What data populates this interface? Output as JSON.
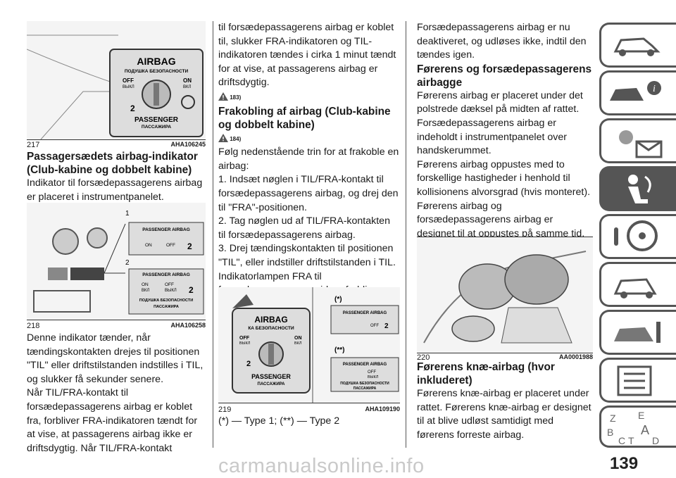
{
  "col1": {
    "fig1": {
      "num": "217",
      "code": "AHA106245",
      "labels": {
        "title": "AIRBAG",
        "ru": "ПОДУШКА БЕЗОПАСНОСТИ",
        "off": "OFF",
        "off_ru": "ВЫКЛ",
        "on": "ON",
        "on_ru": "ВКЛ",
        "two": "2",
        "passenger": "PASSENGER",
        "passenger_ru": "ПАССАЖИРА"
      }
    },
    "h1": "Passagersædets airbag-indikator (Club-kabine og dobbelt kabine)",
    "p1": "Indikator til forsædepassagerens airbag er placeret i instrumentpanelet.",
    "fig2": {
      "num": "218",
      "code": "AHA106258",
      "labels": {
        "n1": "1",
        "n2": "2",
        "pa": "PASSENGER AIRBAG",
        "on": "ON",
        "off": "OFF",
        "two": "2",
        "on_ru": "ВКЛ",
        "off_ru": "ВЫКЛ",
        "ru1": "ПОДУШКА БЕЗОПАСНОСТИ",
        "ru2": "ПАССАЖИРА"
      }
    },
    "p2": "Denne indikator tænder, når tændingskontakten drejes til positionen \"TIL\" eller driftstilstanden indstilles i TIL, og slukker få sekunder senere.",
    "p3": "Når TIL/FRA-kontakt til forsædepassagerens airbag er koblet fra, forbliver FRA-indikatoren tændt for at vise, at passagerens airbag ikke er driftsdygtig. Når TIL/FRA-kontakt"
  },
  "col2": {
    "p1": "til forsædepassagerens airbag er koblet til, slukker FRA-indikatoren og TIL-indikatoren tændes i cirka 1 minut tændt for at vise, at passagerens airbag er driftsdygtig.",
    "w1": "183)",
    "h1": "Frakobling af airbag (Club-kabine og dobbelt kabine)",
    "w2": "184)",
    "p2": "Følg nedenstående trin for at frakoble en airbag:",
    "s1": "1. Indsæt nøglen i TIL/FRA-kontakt til forsædepassagerens airbag, og drej den til \"FRA\"-positionen.",
    "s2": "2. Tag nøglen ud af TIL/FRA-kontakten til forsædepassagerens airbag.",
    "s3": "3. Drej tændingskontakten til positionen \"TIL\", eller indstiller driftstilstanden i TIL. Indikatorlampen FRA til forsædepassagerens airbag forbliver tændt",
    "fig3": {
      "num": "219",
      "code": "AHA109190",
      "labels": {
        "star1": "(*)",
        "star2": "(**)",
        "airbag": "AIRBAG",
        "ru": "КА БЕЗОПАСНОСТИ",
        "off": "OFF",
        "off_ru": "ВЫКЛ",
        "on": "ON",
        "on_ru": "ВКЛ",
        "two": "2",
        "passenger": "PASSENGER",
        "passenger_ru": "ПАССАЖИРА",
        "pa": "PASSENGER AIRBAG",
        "off2": "OFF",
        "off2_ru": "ВЫКЛ",
        "ru2": "ПОДУШКА БЕЗОПАСНОСТИ",
        "ru3": "ПАССАЖИРА"
      }
    },
    "fignote": "(*) — Type 1; (**) — Type 2"
  },
  "col3": {
    "p1": "Forsædepassagerens airbag er nu deaktiveret, og udløses ikke, indtil den tændes igen.",
    "h1": "Førerens og forsædepassagerens airbagge",
    "p2": "Førerens airbag er placeret under det polstrede dæksel på midten af rattet. Forsædepassagerens airbag er indeholdt i instrumentpanelet over handskerummet.",
    "p3": "Førerens airbag oppustes med to forskellige hastigheder i henhold til kollisionens alvorsgrad (hvis monteret).",
    "p4": "Førerens airbag og forsædepassagerens airbag er designet til at oppustes på samme tid, selv om passagersædet er tomt.",
    "fig4": {
      "num": "220",
      "code": "AA0001988"
    },
    "h2": "Førerens knæ-airbag (hvor inkluderet)",
    "p5": "Førerens knæ-airbag er placeret under rattet. Førerens knæ-airbag er designet til at blive udløst samtidigt med førerens forreste airbag."
  },
  "side_tabs": [
    {
      "icon": "car-dashboard-icon"
    },
    {
      "icon": "car-info-icon"
    },
    {
      "icon": "warning-lights-icon"
    },
    {
      "icon": "seat-airbag-icon",
      "active": true
    },
    {
      "icon": "steering-wheel-icon"
    },
    {
      "icon": "car-breakdown-icon"
    },
    {
      "icon": "car-maintenance-icon"
    },
    {
      "icon": "specs-list-icon"
    },
    {
      "icon": "index-letters-icon",
      "letters": [
        "Z",
        "E",
        "B",
        "C",
        "T",
        "A",
        "D"
      ]
    }
  ],
  "page_number": "139",
  "watermark": "carmanualsonline.info"
}
